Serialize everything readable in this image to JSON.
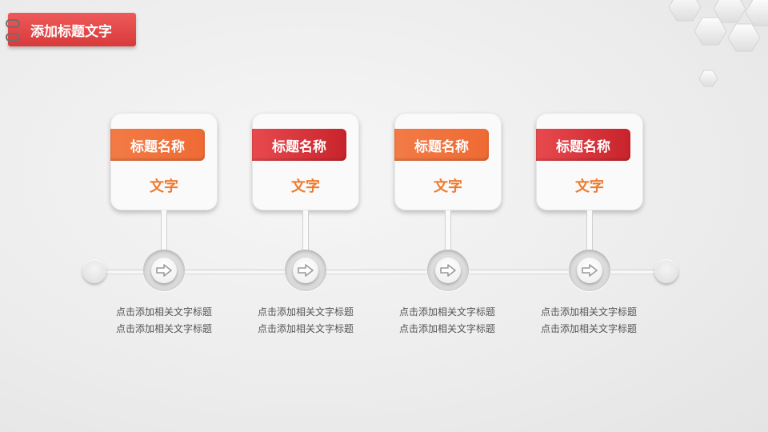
{
  "header": {
    "title": "添加标题文字"
  },
  "steps": [
    {
      "title": "标题名称",
      "value": "文字",
      "desc_line1": "点击添加相关文字标题",
      "desc_line2": "点击添加相关文字标题",
      "color": "#ee6a34"
    },
    {
      "title": "标题名称",
      "value": "文字",
      "desc_line1": "点击添加相关文字标题",
      "desc_line2": "点击添加相关文字标题",
      "color": "#d83036"
    },
    {
      "title": "标题名称",
      "value": "文字",
      "desc_line1": "点击添加相关文字标题",
      "desc_line2": "点击添加相关文字标题",
      "color": "#ee6a34"
    },
    {
      "title": "标题名称",
      "value": "文字",
      "desc_line1": "点击添加相关文字标题",
      "desc_line2": "点击添加相关文字标题",
      "color": "#d83036"
    }
  ],
  "icons": {
    "node": "arrow-right-icon",
    "decoration": "hexagon-pattern"
  },
  "colors": {
    "accent_red": "#e04444",
    "accent_orange": "#ee7a2e",
    "text": "#555555"
  }
}
